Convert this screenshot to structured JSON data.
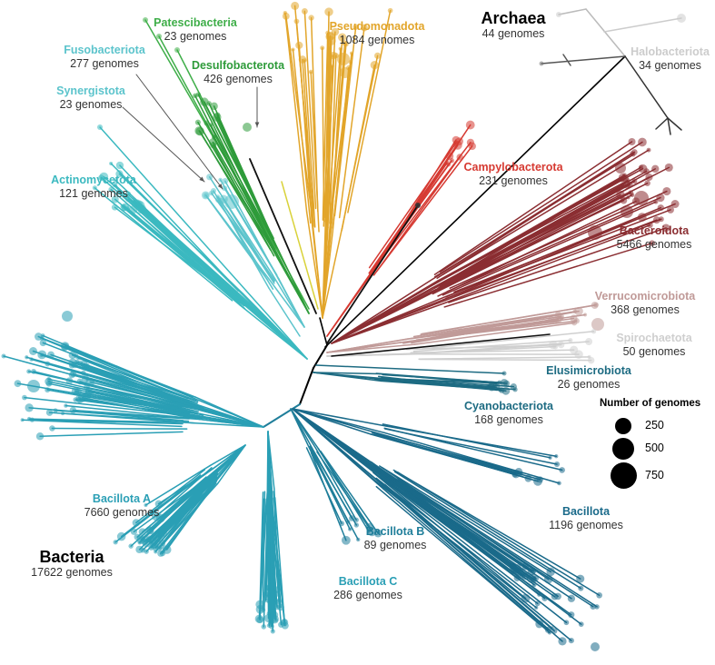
{
  "domains": {
    "bacteria": {
      "name": "Bacteria",
      "count": "17622 genomes"
    },
    "archaea": {
      "name": "Archaea",
      "count": "44 genomes"
    }
  },
  "phyla": [
    {
      "id": "patescibacteria",
      "name": "Patescibacteria",
      "count": "23 genomes",
      "color": "#3fae49"
    },
    {
      "id": "fusobacteriota",
      "name": "Fusobacteriota",
      "count": "277 genomes",
      "color": "#5cc4cc"
    },
    {
      "id": "desulfobacterota",
      "name": "Desulfobacterota",
      "count": "426 genomes",
      "color": "#2e9b3a"
    },
    {
      "id": "synergistota",
      "name": "Synergistota",
      "count": "23 genomes",
      "color": "#5cc4cc"
    },
    {
      "id": "actinomycetota",
      "name": "Actinomycetota",
      "count": "121 genomes",
      "color": "#3bb9c0"
    },
    {
      "id": "pseudomonadota",
      "name": "Pseudomonadota",
      "count": "1084 genomes",
      "color": "#e2a52a"
    },
    {
      "id": "campylobacterota",
      "name": "Campylobacterota",
      "count": "231 genomes",
      "color": "#d63a32"
    },
    {
      "id": "bacteroidota",
      "name": "Bacteroidota",
      "count": "5466 genomes",
      "color": "#8b2e32"
    },
    {
      "id": "verrucomicrobiota",
      "name": "Verrucomicrobiota",
      "count": "368 genomes",
      "color": "#c09a98"
    },
    {
      "id": "spirochaetota",
      "name": "Spirochaetota",
      "count": "50 genomes",
      "color": "#cfcfcf"
    },
    {
      "id": "elusimicrobiota",
      "name": "Elusimicrobiota",
      "count": "26 genomes",
      "color": "#1d6b82"
    },
    {
      "id": "cyanobacteriota",
      "name": "Cyanobacteriota",
      "count": "168 genomes",
      "color": "#1d6b82"
    },
    {
      "id": "halobacteriota",
      "name": "Halobacteriota",
      "count": "34 genomes",
      "color": "#cccccc"
    },
    {
      "id": "bacillota_a",
      "name": "Bacillota A",
      "count": "7660 genomes",
      "color": "#2a9fb5"
    },
    {
      "id": "bacillota_b",
      "name": "Bacillota B",
      "count": "89 genomes",
      "color": "#1f7e9a"
    },
    {
      "id": "bacillota_c",
      "name": "Bacillota C",
      "count": "286 genomes",
      "color": "#2a9fb5"
    },
    {
      "id": "bacillota",
      "name": "Bacillota",
      "count": "1196 genomes",
      "color": "#1a6a8a"
    }
  ],
  "legend": {
    "title": "Number of genomes",
    "items": [
      {
        "label": "250",
        "value": 250
      },
      {
        "label": "500",
        "value": 500
      },
      {
        "label": "750",
        "value": 750
      }
    ]
  }
}
